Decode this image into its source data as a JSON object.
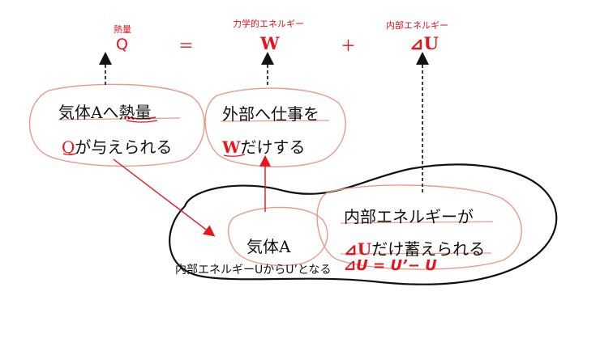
{
  "equation": {
    "labels": {
      "q": "熱量",
      "w": "力学的エネルギー",
      "du": "内部エネルギー"
    },
    "q": "Q",
    "eq": "＝",
    "w": "W",
    "plus": "＋",
    "du": "⊿U"
  },
  "box_heat": {
    "line1_pre": "気体A",
    "line1_mid": "へ",
    "line1_em": "熱量",
    "line2_sym": "Q",
    "line2_rest": "が与えられる"
  },
  "box_work": {
    "line1": "外部へ仕事を",
    "line2_sym": "W",
    "line2_rest": "だけする"
  },
  "gas": {
    "name": "気体A",
    "inner_line1": "内部エネルギーが",
    "inner_line2_sym": "⊿U",
    "inner_line2_rest": "だけ蓄えられる",
    "note": "内部エネルギーUからU’となる",
    "formula": "⊿U = U’− U"
  },
  "colors": {
    "accent": "#e8131d",
    "ink": "#111111",
    "pencil": "#e89a8a"
  }
}
